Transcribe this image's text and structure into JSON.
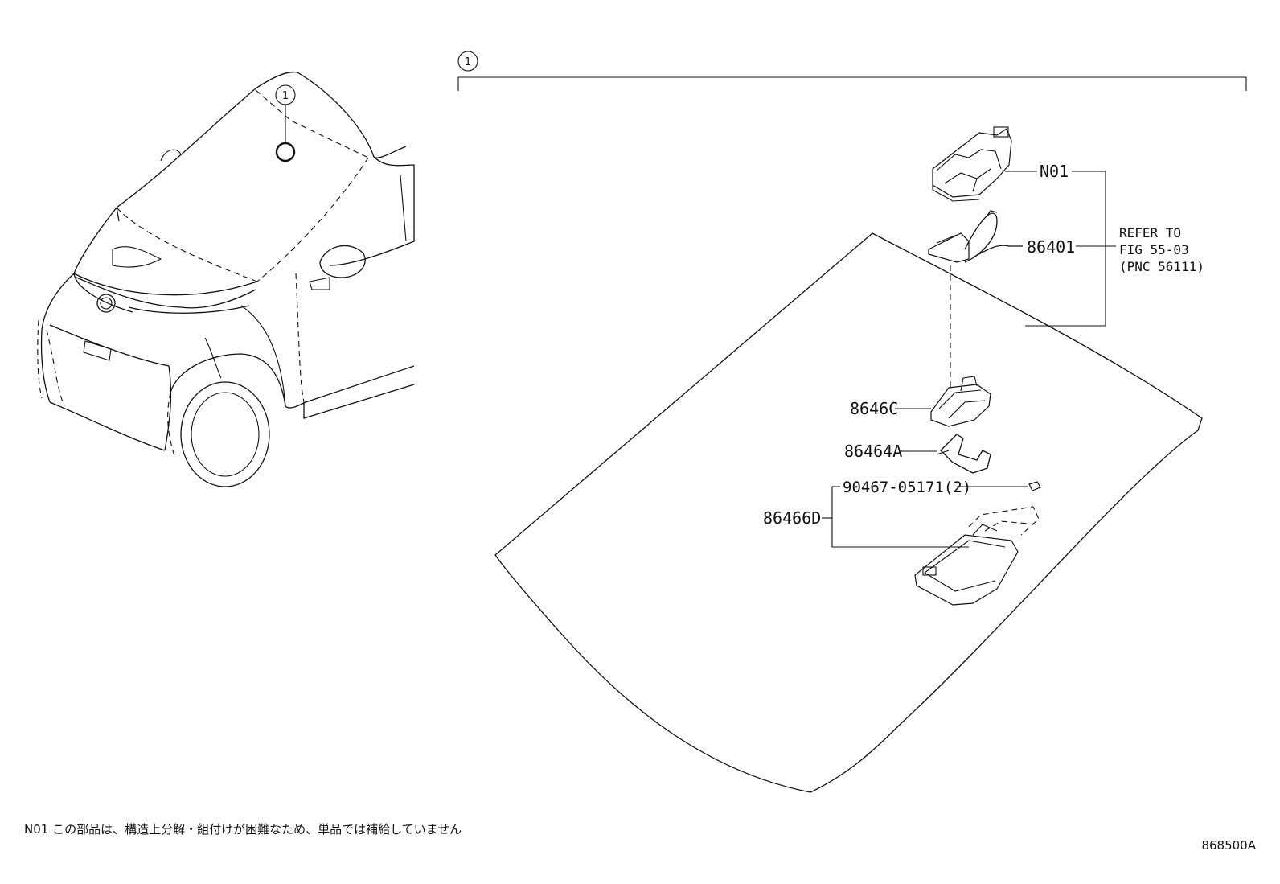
{
  "callout": {
    "ref_number": "1"
  },
  "parts": {
    "n01": "N01",
    "p86401": "86401",
    "p8646c": "8646C",
    "p86464a": "86464A",
    "p86466d": "86466D",
    "p90467": "90467-05171(2)"
  },
  "reference": {
    "line1": "REFER TO",
    "line2": "FIG 55-03",
    "line3": "(PNC 56111)"
  },
  "footnote": "N01 この部品は、構造上分解・組付けが困難なため、単品では補給していません",
  "diagram_code": "868500A"
}
